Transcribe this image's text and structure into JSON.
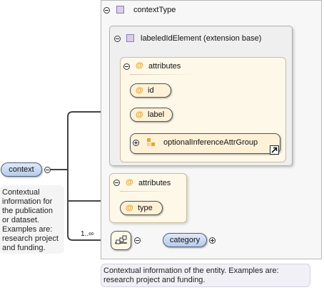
{
  "diagram": {
    "context_type": {
      "label": "contextType",
      "icon": "complex-type-icon"
    },
    "labeled_id_element": {
      "label": "labeledIdElement (extension base)",
      "icon": "complex-type-icon"
    },
    "inner_attributes": {
      "label": "attributes",
      "items": [
        {
          "name": "id"
        },
        {
          "name": "label"
        }
      ],
      "group": {
        "name": "optionalInferenceAttrGroup"
      }
    },
    "outer_attributes": {
      "label": "attributes",
      "items": [
        {
          "name": "type"
        }
      ]
    },
    "root_element": {
      "name": "context",
      "documentation": [
        "Contextual",
        "information for",
        "the publication",
        "or dataset.",
        "Examples are:",
        "research project",
        "and funding."
      ]
    },
    "sequence": {
      "cardinality": "1..∞"
    },
    "child_element": {
      "name": "category"
    },
    "type_documentation": [
      "Contextual information of the entity. Examples are:",
      "research project and funding."
    ],
    "attribute_symbol": "@",
    "colors": {
      "element_fill": "#c9d8f0",
      "attribute_fill": "#fdf1d8",
      "group_fill": "#fdf8e8",
      "type_fill": "#f7f7f7",
      "connector": "#444444"
    }
  }
}
